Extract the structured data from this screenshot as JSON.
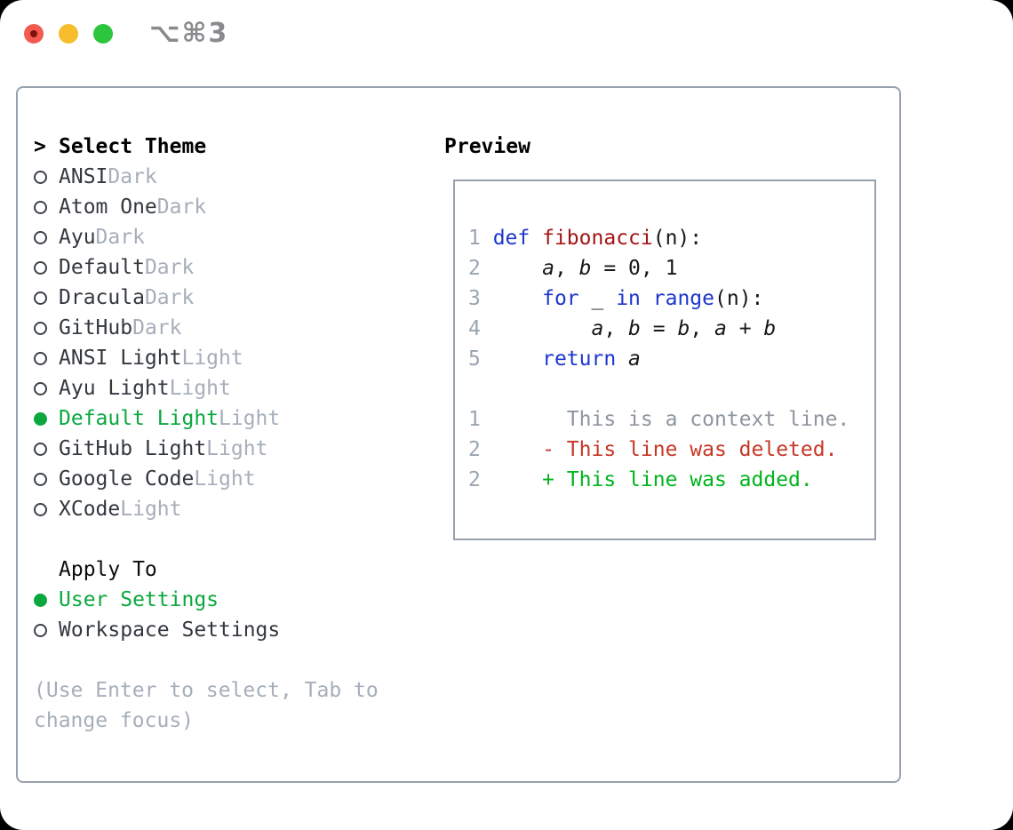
{
  "window": {
    "shortcut_label": "⌥⌘3"
  },
  "colors": {
    "tl-red": "#f25a4f",
    "tl-red-dot": "#7e120b",
    "tl-yellow": "#f8bd2d",
    "tl-green": "#2bc53e",
    "shortcut-gray": "#8a8a8e",
    "border-gray": "#98a2ae",
    "ring-dark": "#3c4148",
    "text-dark": "#33383f",
    "muted-gray": "#a6aeba",
    "accent-green": "#0aa83e",
    "line-num": "#9aa4b2",
    "ctx-gray": "#8e959f",
    "kw-blue": "#1c36ce",
    "fn-red": "#a31515",
    "diff-del": "#c63726",
    "diff-add": "#00b41e"
  },
  "theme_selector": {
    "header_prefix": ">",
    "header_label": "Select Theme",
    "themes": [
      {
        "name": "ANSI",
        "variant": "Dark",
        "selected": false
      },
      {
        "name": "Atom One",
        "variant": "Dark",
        "selected": false
      },
      {
        "name": "Ayu",
        "variant": "Dark",
        "selected": false
      },
      {
        "name": "Default",
        "variant": "Dark",
        "selected": false
      },
      {
        "name": "Dracula",
        "variant": "Dark",
        "selected": false
      },
      {
        "name": "GitHub",
        "variant": "Dark",
        "selected": false
      },
      {
        "name": "ANSI Light",
        "variant": "Light",
        "selected": false
      },
      {
        "name": "Ayu Light",
        "variant": "Light",
        "selected": false
      },
      {
        "name": "Default Light",
        "variant": "Light",
        "selected": true
      },
      {
        "name": "GitHub Light",
        "variant": "Light",
        "selected": false
      },
      {
        "name": "Google Code",
        "variant": "Light",
        "selected": false
      },
      {
        "name": "XCode",
        "variant": "Light",
        "selected": false
      }
    ],
    "apply_to_label": "Apply To",
    "apply_options": [
      {
        "name": "User Settings",
        "selected": true
      },
      {
        "name": "Workspace Settings",
        "selected": false
      }
    ],
    "hint_lines": [
      "(Use Enter to select, Tab to",
      "change focus)"
    ]
  },
  "preview": {
    "label": "Preview",
    "code_lines": [
      [
        [
          "1 ",
          "ln"
        ],
        [
          "def",
          "kw"
        ],
        [
          " ",
          "p"
        ],
        [
          "fibonacci",
          "fn"
        ],
        [
          "(n):",
          "p"
        ]
      ],
      [
        [
          "2 ",
          "ln"
        ],
        [
          "    ",
          "p"
        ],
        [
          "a",
          "var"
        ],
        [
          ", ",
          "p"
        ],
        [
          "b",
          "var"
        ],
        [
          " = 0, 1",
          "p"
        ]
      ],
      [
        [
          "3 ",
          "ln"
        ],
        [
          "    ",
          "p"
        ],
        [
          "for",
          "kw"
        ],
        [
          " _ ",
          "p"
        ],
        [
          "in",
          "kw"
        ],
        [
          " ",
          "p"
        ],
        [
          "range",
          "kw"
        ],
        [
          "(n):",
          "p"
        ]
      ],
      [
        [
          "4 ",
          "ln"
        ],
        [
          "        ",
          "p"
        ],
        [
          "a",
          "var"
        ],
        [
          ", ",
          "p"
        ],
        [
          "b",
          "var"
        ],
        [
          " = ",
          "p"
        ],
        [
          "b",
          "var"
        ],
        [
          ", ",
          "p"
        ],
        [
          "a",
          "var"
        ],
        [
          " + ",
          "p"
        ],
        [
          "b",
          "var"
        ]
      ],
      [
        [
          "5 ",
          "ln"
        ],
        [
          "    ",
          "p"
        ],
        [
          "return",
          "kw"
        ],
        [
          " ",
          "p"
        ],
        [
          "a",
          "var"
        ]
      ],
      [],
      [
        [
          "1 ",
          "ln"
        ],
        [
          "      This is a context line.",
          "ctx"
        ]
      ],
      [
        [
          "2 ",
          "ln"
        ],
        [
          "    ",
          "p"
        ],
        [
          "- This line was deleted.",
          "del"
        ]
      ],
      [
        [
          "2 ",
          "ln"
        ],
        [
          "    ",
          "p"
        ],
        [
          "+ This line was added.",
          "add"
        ]
      ]
    ]
  }
}
